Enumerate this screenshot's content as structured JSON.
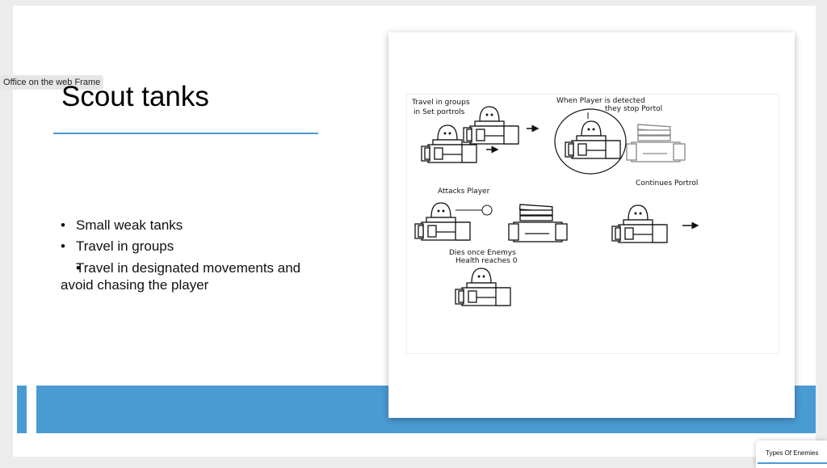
{
  "frame_label": "Office on the web Frame",
  "slide": {
    "title": "Scout tanks",
    "bullets": [
      "Small weak tanks",
      "Travel in groups",
      "Travel in designated movements and avoid chasing the player"
    ]
  },
  "sketch": {
    "labels": {
      "travel": [
        "Travel in groups",
        "in Set portrols"
      ],
      "detected": [
        "When Player is detected",
        "they stop Portol"
      ],
      "attacks": "Attacks Player",
      "continues": "Continues Portrol",
      "dies": [
        "Dies once Enemys",
        "Health reaches 0"
      ]
    }
  },
  "thumbnail": {
    "label": "Types Of Enemies"
  },
  "colors": {
    "accent": "#4a9ad4"
  }
}
